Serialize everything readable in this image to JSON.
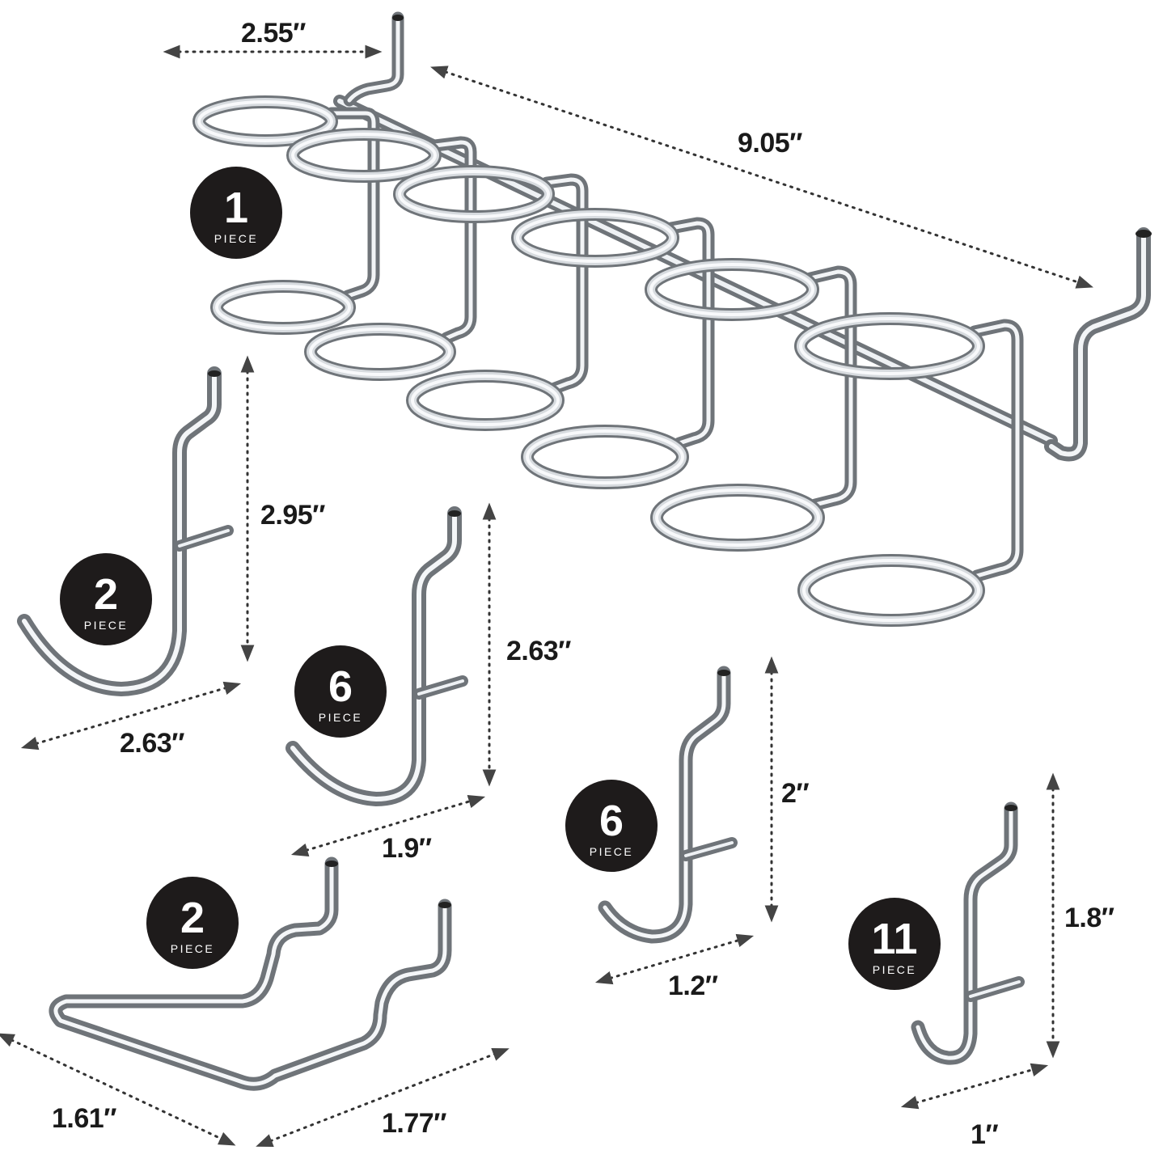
{
  "badges": [
    {
      "count": "1",
      "unit": "PIECE"
    },
    {
      "count": "2",
      "unit": "PIECE"
    },
    {
      "count": "6",
      "unit": "PIECE"
    },
    {
      "count": "6",
      "unit": "PIECE"
    },
    {
      "count": "2",
      "unit": "PIECE"
    },
    {
      "count": "11",
      "unit": "PIECE"
    }
  ],
  "dimensions": {
    "tool_holder_depth": "2.55″",
    "tool_holder_length": "9.05″",
    "large_hook_height": "2.95″",
    "large_hook_width": "2.63″",
    "medium_hook_height": "2.63″",
    "medium_hook_width": "1.9″",
    "small_hook_height": "2″",
    "small_hook_width": "1.2″",
    "mini_hook_height": "1.8″",
    "mini_hook_width": "1″",
    "bracket_depth": "1.61″",
    "bracket_width": "1.77″"
  },
  "colors": {
    "badge_fill": "#1e1b1b",
    "text": "#1a1a1a",
    "dotted_line": "#333333",
    "chrome_dark": "#6f7479",
    "chrome_light": "#f4f6f8"
  }
}
